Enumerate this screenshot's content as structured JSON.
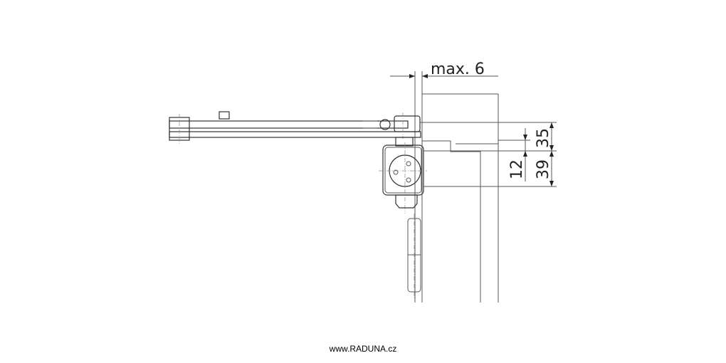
{
  "dimensions": {
    "gap": "max. 6",
    "height_upper": "35",
    "height_lower": "39",
    "offset": "12"
  },
  "footer": {
    "website": "www.RADUNA.cz"
  },
  "colors": {
    "line": "#555555",
    "background": "#ffffff"
  }
}
